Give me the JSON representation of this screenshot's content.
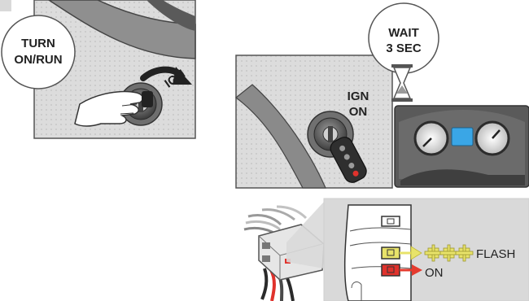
{
  "panels": {
    "step1": {
      "circle_label_line1": "TURN",
      "circle_label_line2": "ON/RUN",
      "arrow_label": "IGN"
    },
    "step2": {
      "circle_label_line1": "WAIT",
      "circle_label_line2": "3 SEC",
      "key_label_line1": "IGN",
      "key_label_line2": "ON"
    },
    "step3": {
      "flash_label": "FLASH",
      "on_label": "ON"
    }
  },
  "colors": {
    "panel_gray": "#d9d9d9",
    "dark": "#3a3a3a",
    "led_yellow": "#e8e36a",
    "led_red": "#e0322c",
    "arrow_red": "#e53a2e",
    "dash_blue": "#3aa6e6"
  },
  "icons": [
    "key-icon",
    "hand-icon",
    "hourglass-icon",
    "key-fob-icon",
    "dashboard-icon",
    "remote-start-module-icon",
    "led-flash-icon"
  ]
}
